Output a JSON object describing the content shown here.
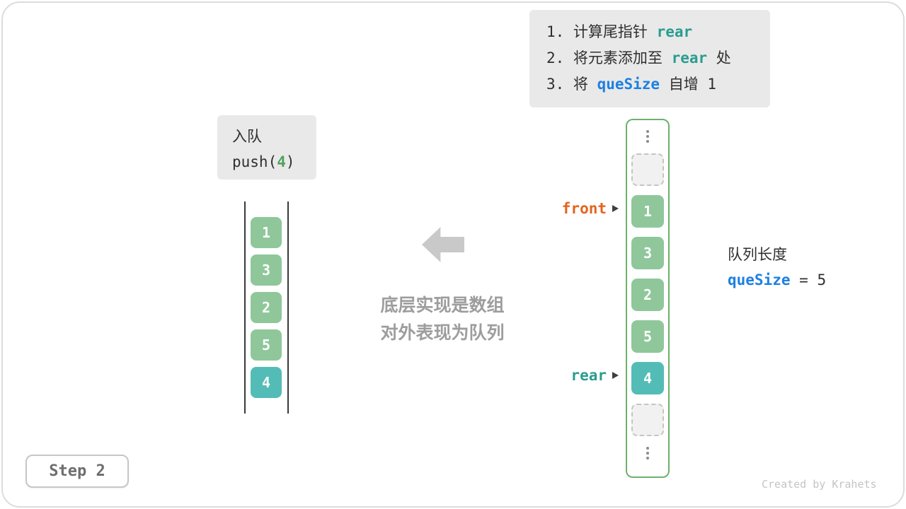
{
  "page": {
    "step_label": "Step 2",
    "credit": "Created by Krahets"
  },
  "instruction_box": {
    "line1": {
      "t1": "1. 计算尾指针 ",
      "code": "rear"
    },
    "line2": {
      "t1": "2. 将元素添加至 ",
      "code": "rear",
      "t2": " 处"
    },
    "line3": {
      "t1": "3. 将 ",
      "code": "queSize",
      "t2": " 自增 1"
    }
  },
  "operation_box": {
    "title": "入队",
    "code_pre": "push(",
    "code_arg": "4",
    "code_post": ")"
  },
  "left_array": {
    "cells": [
      {
        "value": "1",
        "color": "green"
      },
      {
        "value": "3",
        "color": "green"
      },
      {
        "value": "2",
        "color": "green"
      },
      {
        "value": "5",
        "color": "green"
      },
      {
        "value": "4",
        "color": "teal"
      }
    ]
  },
  "center": {
    "caption_line1": "底层实现是数组",
    "caption_line2": "对外表现为队列"
  },
  "queue": {
    "front_label": "front",
    "rear_label": "rear",
    "cells": [
      {
        "value": "",
        "state": "empty"
      },
      {
        "value": "1",
        "state": "green",
        "pointer": "front"
      },
      {
        "value": "3",
        "state": "green"
      },
      {
        "value": "2",
        "state": "green"
      },
      {
        "value": "5",
        "state": "green"
      },
      {
        "value": "4",
        "state": "teal",
        "pointer": "rear"
      },
      {
        "value": "",
        "state": "empty"
      }
    ]
  },
  "queue_info": {
    "title": "队列长度",
    "var_name": "queSize",
    "rest": " = 5"
  },
  "icons": {
    "pointer_arrow": "right-triangle",
    "ellipsis": "vertical-dots",
    "big_arrow": "left-block-arrow"
  },
  "colors": {
    "green": "#8fc79b",
    "teal": "#54bcb6",
    "teal_kw": "#2a9d8f",
    "blue": "#1e80e0",
    "green_kw": "#53a15e",
    "orange": "#e3641f",
    "box_gray": "#e9e9e9",
    "caption_gray": "#9d9d9d",
    "arrow_gray": "#c9c9c9",
    "text_dark": "#2f2f2f",
    "border_green": "#6cb26c"
  }
}
